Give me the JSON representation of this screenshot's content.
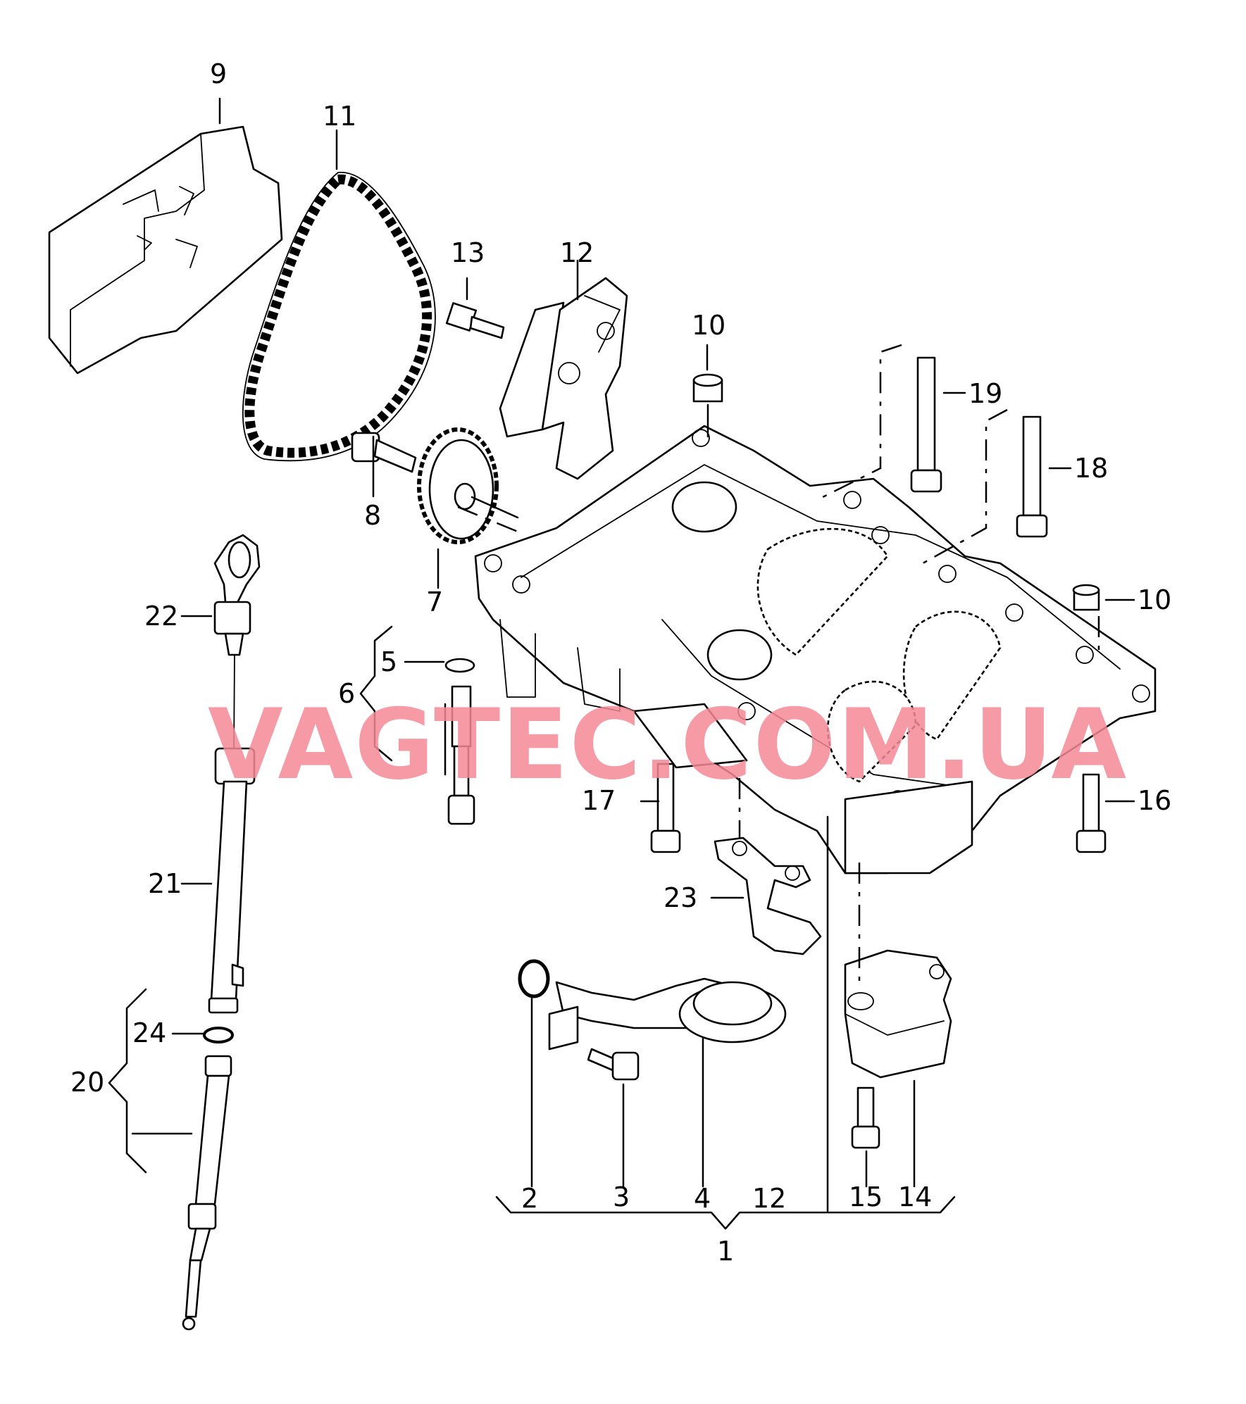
{
  "watermark": "VAGTEC.COM.UA",
  "callouts": {
    "c1": "1",
    "c2": "2",
    "c3": "3",
    "c4": "4",
    "c5": "5",
    "c6": "6",
    "c7": "7",
    "c8": "8",
    "c9": "9",
    "c10a": "10",
    "c10b": "10",
    "c11": "11",
    "c12a": "12",
    "c12b": "12",
    "c13": "13",
    "c14": "14",
    "c15": "15",
    "c16": "16",
    "c17": "17",
    "c18": "18",
    "c19": "19",
    "c20": "20",
    "c21": "21",
    "c22": "22",
    "c23": "23",
    "c24": "24"
  },
  "colors": {
    "line": "#000000",
    "watermark": "#f58a96",
    "background": "#ffffff"
  }
}
